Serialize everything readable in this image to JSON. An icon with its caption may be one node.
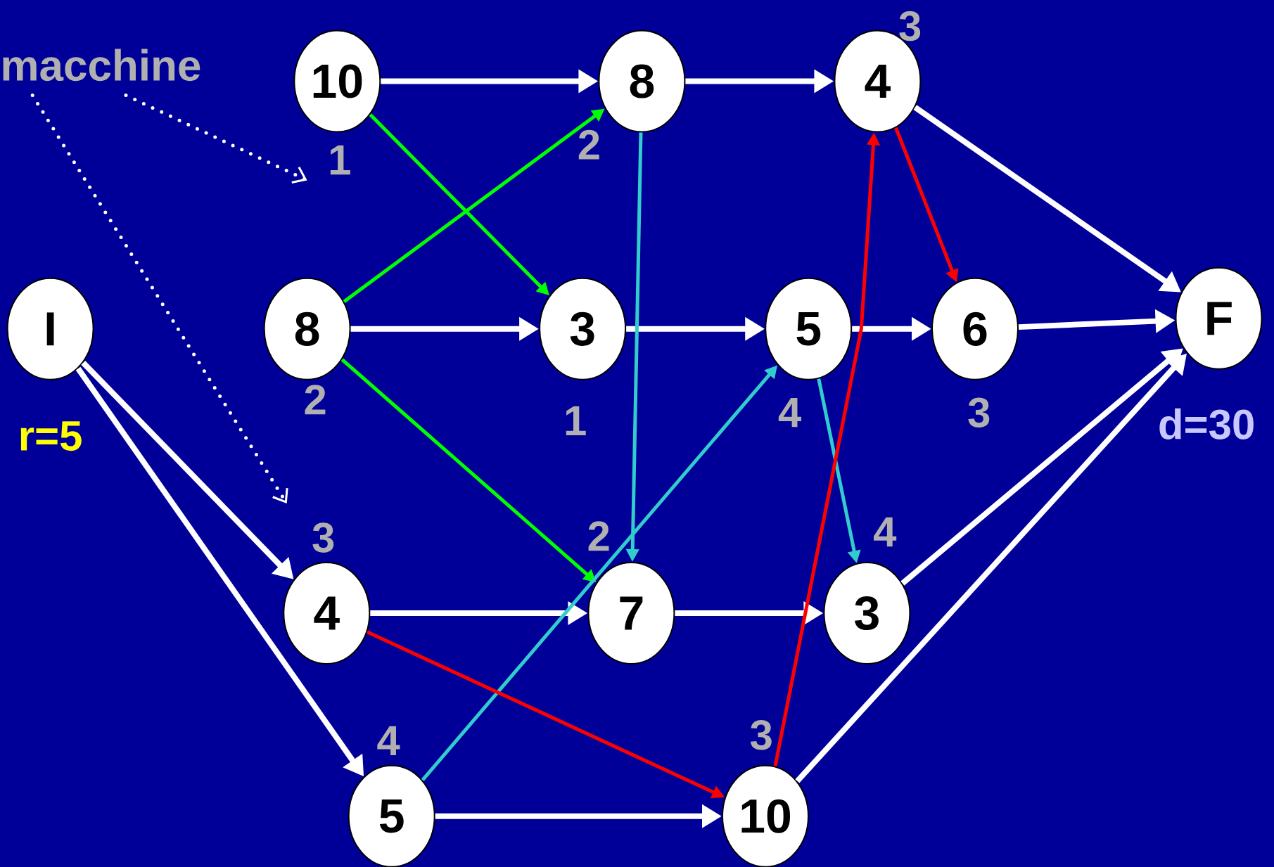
{
  "diagram": {
    "nodes": [
      {
        "text": [
          "I"
        ],
        "beside": [
          "r=5"
        ]
      },
      {
        "text": [
          "10"
        ],
        "beside": [
          "1"
        ]
      },
      {
        "text": [
          "8"
        ],
        "beside": [
          "2"
        ]
      },
      {
        "text": [
          "4"
        ],
        "beside": [
          "3"
        ]
      },
      {
        "text": [
          "8"
        ],
        "beside": [
          "2"
        ]
      },
      {
        "text": [
          "3"
        ],
        "beside": [
          "1"
        ]
      },
      {
        "text": [
          "5"
        ],
        "beside": [
          "4"
        ]
      },
      {
        "text": [
          "6"
        ],
        "beside": [
          "3"
        ]
      },
      {
        "text": [
          "F"
        ],
        "beside": [
          "d=30"
        ]
      },
      {
        "text": [
          "4"
        ],
        "beside": [
          "3"
        ]
      },
      {
        "text": [
          "7"
        ],
        "beside": [
          "2"
        ]
      },
      {
        "text": [
          "3"
        ],
        "beside": [
          "4"
        ]
      },
      {
        "text": [
          "5"
        ],
        "beside": [
          "4"
        ]
      },
      {
        "text": [
          "10"
        ],
        "beside": [
          "3"
        ]
      },
      {
        "text": [
          "macchine"
        ]
      }
    ],
    "edges": [
      {
        "from": 1,
        "to": 2,
        "arrow": "to"
      },
      {
        "from": 2,
        "to": 3,
        "arrow": "to"
      },
      {
        "from": 3,
        "to": 8,
        "arrow": "to"
      },
      {
        "from": 4,
        "to": 5,
        "arrow": "to"
      },
      {
        "from": 5,
        "to": 6,
        "arrow": "to"
      },
      {
        "from": 6,
        "to": 7,
        "arrow": "to"
      },
      {
        "from": 7,
        "to": 8,
        "arrow": "to"
      },
      {
        "from": 0,
        "to": 9,
        "arrow": "to"
      },
      {
        "from": 0,
        "to": 12,
        "arrow": "to"
      },
      {
        "from": 9,
        "to": 10,
        "arrow": "to"
      },
      {
        "from": 10,
        "to": 11,
        "arrow": "to"
      },
      {
        "from": 11,
        "to": 8,
        "arrow": "to"
      },
      {
        "from": 12,
        "to": 13,
        "arrow": "to"
      },
      {
        "from": 13,
        "to": 8,
        "arrow": "to"
      },
      {
        "from": 1,
        "to": 5,
        "arrow": "to",
        "color": "#00ff00"
      },
      {
        "from": 4,
        "to": 2,
        "arrow": "to",
        "color": "#00ff00"
      },
      {
        "from": 4,
        "to": 10,
        "arrow": "to",
        "color": "#00ff00"
      },
      {
        "from": 2,
        "to": 10,
        "arrow": "to",
        "color": "#33cccc"
      },
      {
        "from": 12,
        "to": 6,
        "arrow": "to",
        "color": "#33cccc"
      },
      {
        "from": 6,
        "to": 11,
        "arrow": "to",
        "color": "#33cccc"
      },
      {
        "from": 3,
        "to": 7,
        "arrow": "to",
        "color": "#ff0000"
      },
      {
        "from": 9,
        "to": 13,
        "arrow": "to",
        "color": "#ff0000"
      },
      {
        "from": 13,
        "to": 3,
        "arrow": "to",
        "color": "#ff0000"
      },
      {
        "from": 14,
        "to": null,
        "arrow": "to",
        "style": "dashed"
      },
      {
        "from": 14,
        "to": null,
        "arrow": "to",
        "style": "dashed"
      }
    ]
  }
}
